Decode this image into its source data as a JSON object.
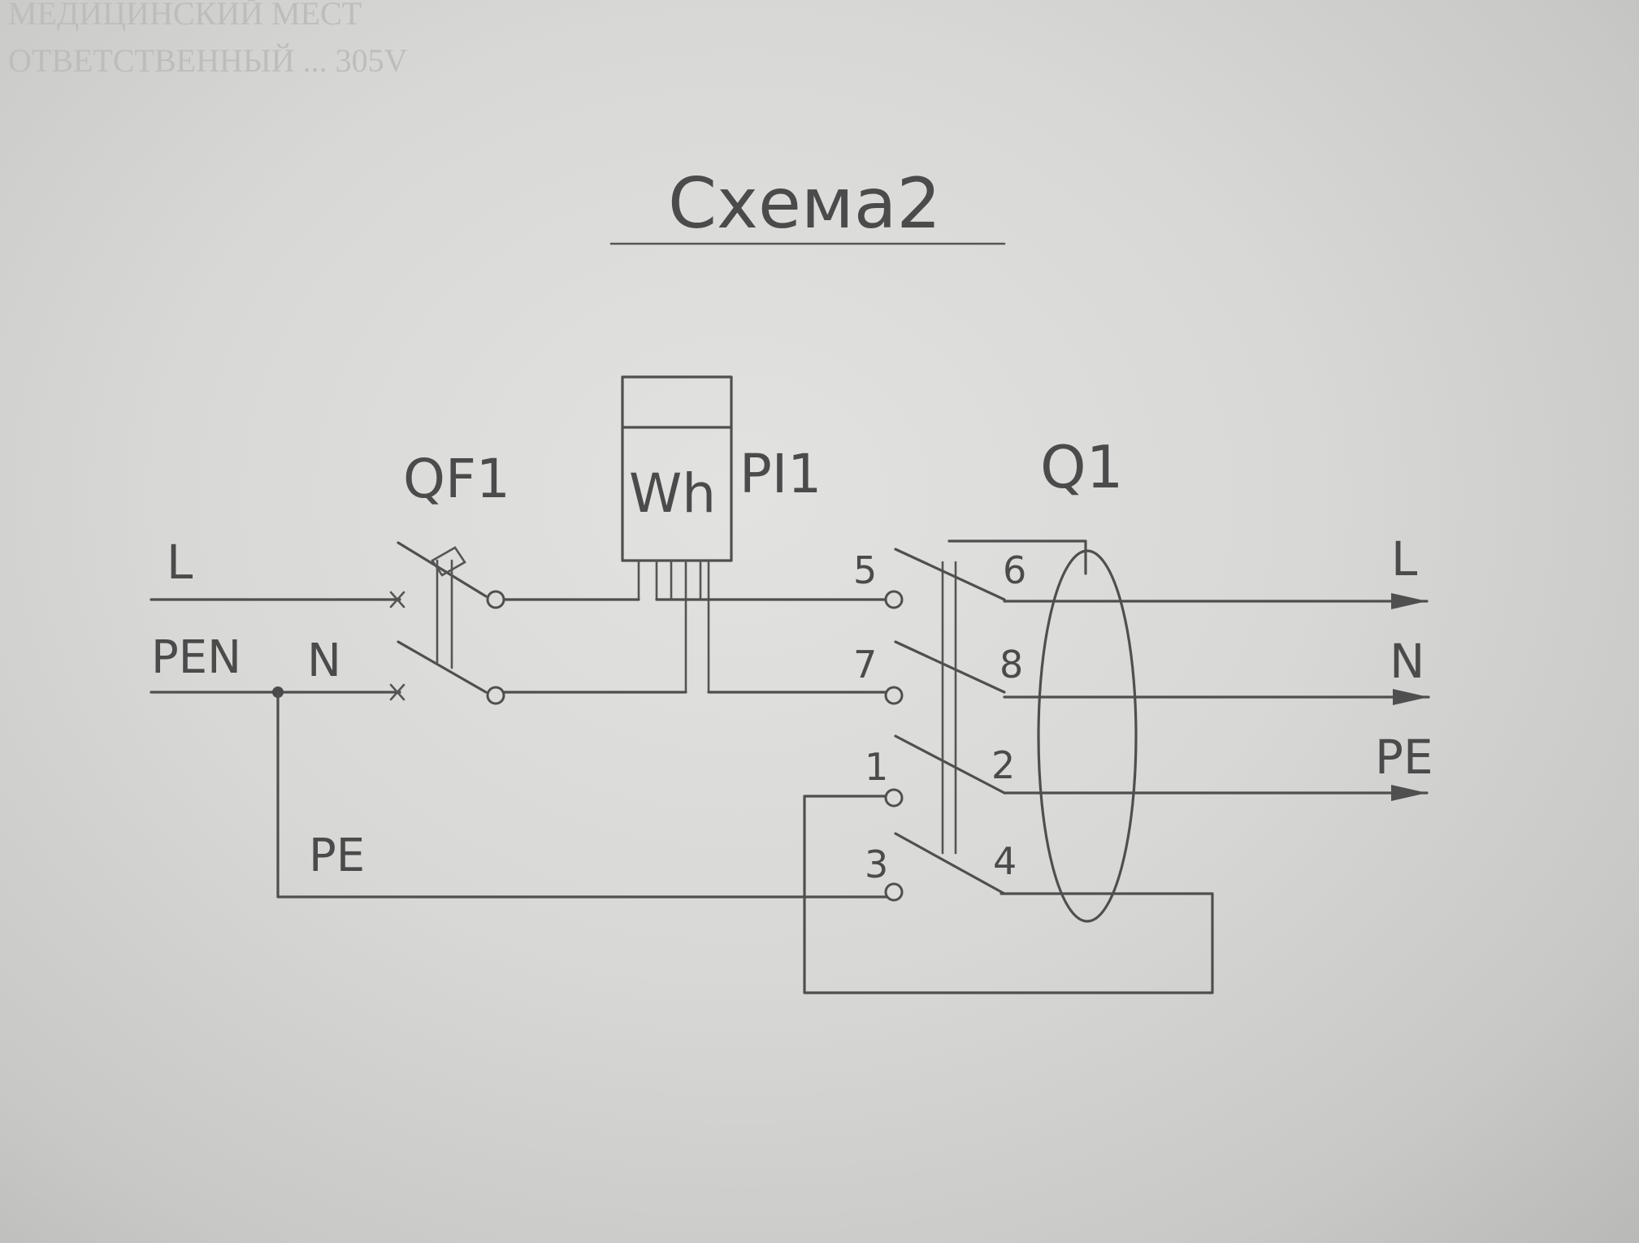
{
  "background_text": {
    "line1": "МЕДИЦИНСКИЙ МЕСТ",
    "line2": "ОТВЕТСТВЕННЫЙ ... 305V"
  },
  "title": "Схема2",
  "breaker": {
    "label": "QF1"
  },
  "meter": {
    "label": "PI1",
    "unit": "Wh"
  },
  "switch": {
    "label": "Q1",
    "terminals": [
      "5",
      "6",
      "7",
      "8",
      "1",
      "2",
      "3",
      "4"
    ]
  },
  "inputs": {
    "l": "L",
    "pen": "PEN",
    "n": "N",
    "pe": "PE"
  },
  "outputs": {
    "l": "L",
    "n": "N",
    "pe": "PE"
  }
}
